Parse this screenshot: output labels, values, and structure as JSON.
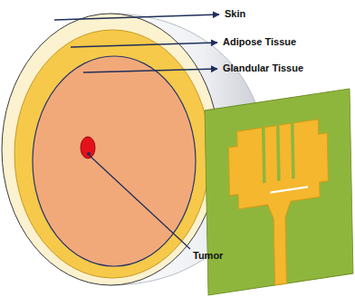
{
  "diagram": {
    "labels": [
      "Skin",
      "Adipose Tissue",
      "Glandular Tissue",
      "Tumor"
    ]
  }
}
